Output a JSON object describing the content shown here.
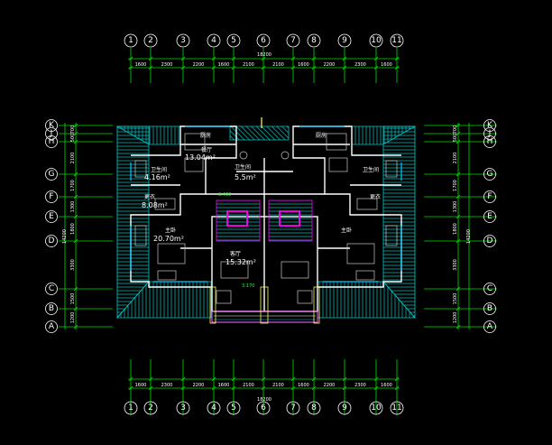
{
  "plan": {
    "top_total": "18200",
    "bottom_total": "18200",
    "top_dims": [
      "1600",
      "2300",
      "2200",
      "1600",
      "2100",
      "2100",
      "1600",
      "2200",
      "2300",
      "1600"
    ],
    "bottom_dims": [
      "1600",
      "2300",
      "2200",
      "1600",
      "2100",
      "2100",
      "1600",
      "2200",
      "2300",
      "1600"
    ],
    "col_labels": [
      "1",
      "2",
      "3",
      "4",
      "5",
      "6",
      "7",
      "8",
      "9",
      "10",
      "11"
    ],
    "row_labels": [
      "K",
      "J",
      "H",
      "G",
      "F",
      "E",
      "D",
      "C",
      "B",
      "A"
    ],
    "left_total": "14200",
    "right_total": "14200",
    "side_dims": [
      "700",
      "500",
      "2100",
      "1700",
      "1300",
      "1800",
      "3300",
      "1500",
      "1200"
    ],
    "rooms": [
      {
        "name": "餐厅",
        "area": "13.04m²"
      },
      {
        "name": "卫生间",
        "area": "5.5m²"
      },
      {
        "name": "卫生间",
        "area": "4.16m²"
      },
      {
        "name": "卫生间",
        "area": ""
      },
      {
        "name": "更衣",
        "area": "8.08m²"
      },
      {
        "name": "更衣",
        "area": ""
      },
      {
        "name": "主卧",
        "area": "20.70m²"
      },
      {
        "name": "主卧",
        "area": ""
      },
      {
        "name": "客厅",
        "area": "15.32m²"
      },
      {
        "name": "厨房",
        "area": ""
      },
      {
        "name": "厨房",
        "area": ""
      }
    ],
    "elevations": [
      "3.400",
      "3.170"
    ],
    "colors": {
      "dim": "#00e000",
      "wall": "#ffffff",
      "roof": "#00c8c8",
      "stair": "#ff00ff",
      "window": "#00c8ff",
      "furniture": "#c8c8c8",
      "axis_circle": "#ffffff",
      "background": "#000000"
    }
  }
}
